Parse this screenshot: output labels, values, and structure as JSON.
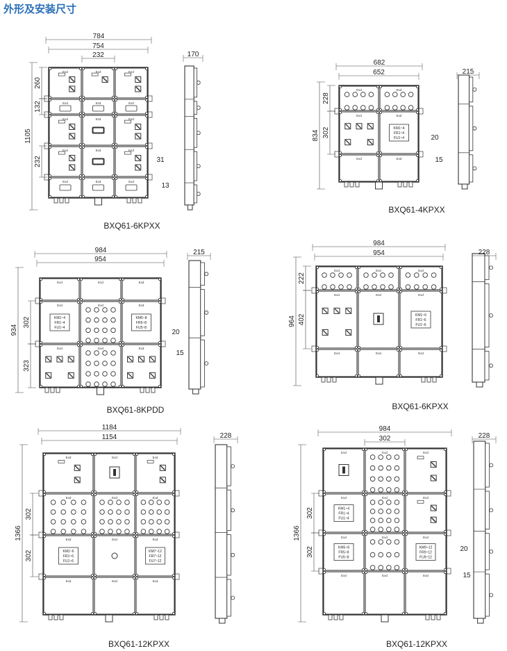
{
  "title": "外形及安装尺寸",
  "cell_header": "Exd",
  "drawings": [
    {
      "model": "BXQ61-6KPXX",
      "dims": [
        "784",
        "754",
        "232",
        "170",
        "260",
        "132",
        "1105",
        "232"
      ],
      "notes": [
        "31",
        "13"
      ],
      "panel_labels": []
    },
    {
      "model": "BXQ61-4KPXX",
      "dims": [
        "682",
        "652",
        "215",
        "228",
        "302",
        "834"
      ],
      "notes": [
        "20",
        "15"
      ],
      "panel_labels": [
        [
          "KM1~4",
          "FR1~4",
          "FU1~4"
        ]
      ]
    },
    {
      "model": "BXQ61-8KPDD",
      "dims": [
        "984",
        "954",
        "215",
        "934",
        "302",
        "323"
      ],
      "notes": [
        "20",
        "15"
      ],
      "panel_labels": [
        [
          "KM1~4",
          "FR1~4",
          "FU1~4"
        ],
        [
          "KM5~8",
          "FR5~8",
          "FU5~8"
        ]
      ]
    },
    {
      "model": "BXQ61-6KPXX",
      "dims": [
        "984",
        "954",
        "228",
        "222",
        "402",
        "964"
      ],
      "notes": [],
      "panel_labels": [
        [
          "KM1~6",
          "FR1~6",
          "FU1~6"
        ]
      ]
    },
    {
      "model": "BXQ61-12KPXX",
      "dims": [
        "1184",
        "1154",
        "228",
        "1366",
        "302",
        "302"
      ],
      "notes": [],
      "panel_labels": [
        [
          "KM1~6",
          "FR1~6",
          "FU1~6"
        ],
        [
          "KM7~12",
          "FR7~12",
          "FU7~12"
        ]
      ]
    },
    {
      "model": "BXQ61-12KPXX",
      "dims": [
        "984",
        "302",
        "228",
        "1366",
        "302",
        "302"
      ],
      "notes": [
        "20",
        "15"
      ],
      "panel_labels": [
        [
          "KM1~4",
          "FR1~4",
          "FU1~4"
        ],
        [
          "KM5~8",
          "FR5~8",
          "FU5~8"
        ],
        [
          "KM9~12",
          "FR9~12",
          "FU9~12"
        ]
      ]
    }
  ]
}
